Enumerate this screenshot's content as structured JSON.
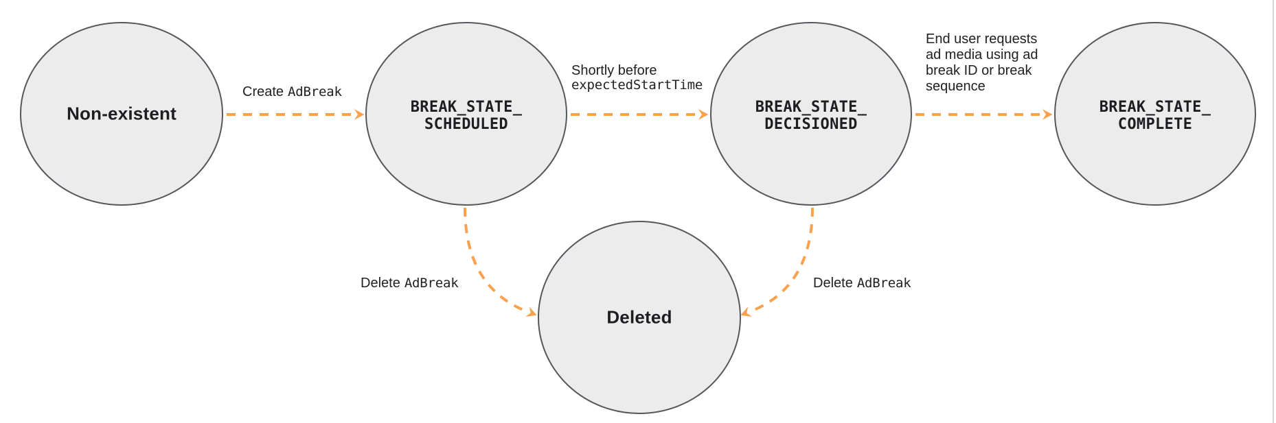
{
  "colors": {
    "arrow_orange": "#F9A14D",
    "node_fill": "#ECECEC",
    "node_border": "#54575C",
    "text": "#202124"
  },
  "states": {
    "non_existent": {
      "label": "Non-existent"
    },
    "scheduled": {
      "line1": "BREAK_STATE_",
      "line2": "SCHEDULED"
    },
    "decisioned": {
      "line1": "BREAK_STATE_",
      "line2": "DECISIONED"
    },
    "complete": {
      "line1": "BREAK_STATE_",
      "line2": "COMPLETE"
    },
    "deleted": {
      "label": "Deleted"
    }
  },
  "transitions": {
    "create": {
      "plain": "Create",
      "code": "AdBreak"
    },
    "shortly": {
      "plain": "Shortly before",
      "code": "expectedStartTime"
    },
    "end_user": {
      "lines": [
        "End user requests",
        "ad media using ad",
        "break ID or break",
        "sequence"
      ]
    },
    "delete_left": {
      "plain": "Delete",
      "code": "AdBreak"
    },
    "delete_right": {
      "plain": "Delete",
      "code": "AdBreak"
    }
  }
}
